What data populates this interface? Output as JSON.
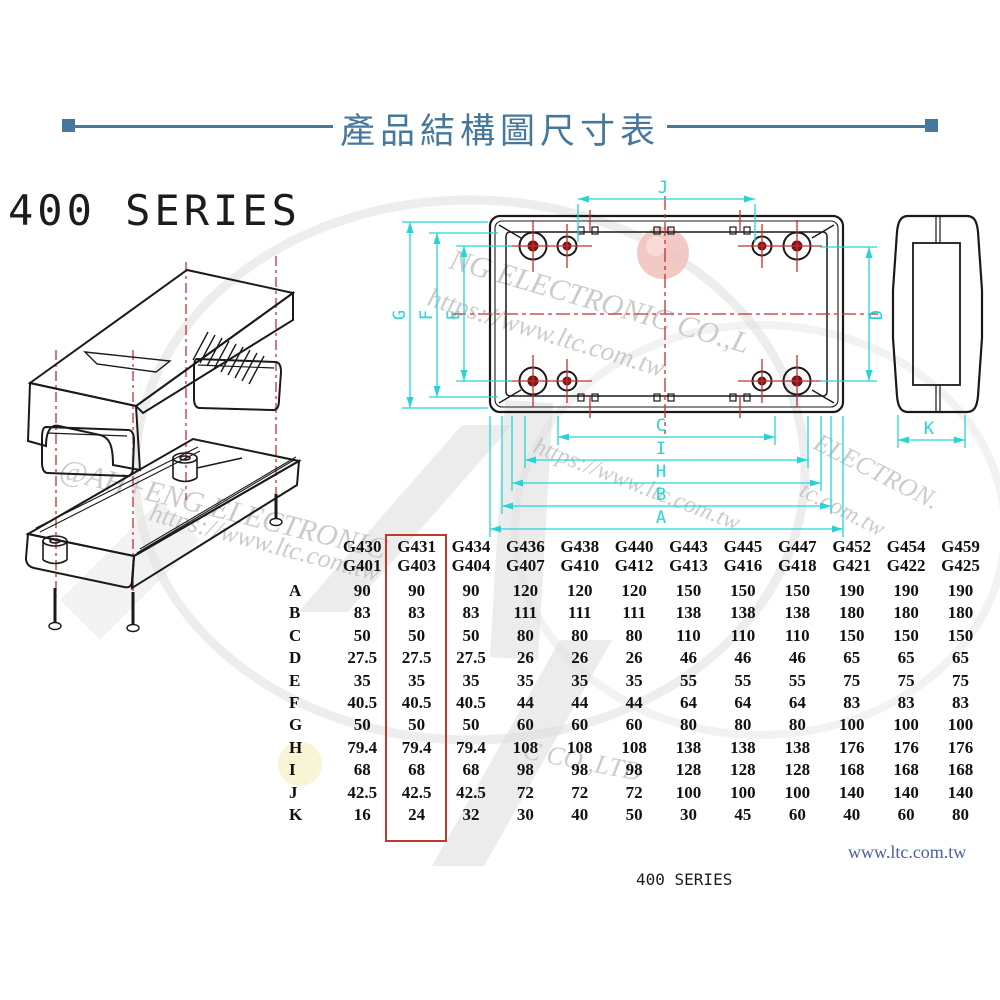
{
  "title": {
    "text": "產品結構圖尺寸表"
  },
  "series": {
    "top_label": "400 SERIES",
    "bottom_label": "400 SERIES"
  },
  "website": "www.ltc.com.tw",
  "colors": {
    "accent_teal": "#46789b",
    "dimension_cyan": "#25d5d5",
    "centerline_red": "#c23030",
    "highlight_red": "#c0392b",
    "link_blue": "#4a5fa8"
  },
  "diagram": {
    "labels": {
      "A": "A",
      "B": "B",
      "C": "C",
      "D": "D",
      "E": "E",
      "F": "F",
      "G": "G",
      "H": "H",
      "I": "I",
      "J": "J",
      "K": "K"
    }
  },
  "watermark": {
    "top_company": "NG ELECTRONIC CO.,L",
    "top_url": "https://www.ltc.com.tw",
    "mid_company": "@AH+ENG ELECTRONIC",
    "mid_url": "https://www.ltc.com.tw",
    "inner_url": "https://www.ltc.com.tw",
    "right_company": "ELECTRON.",
    "right_url": "tc.com.tw",
    "bottom_company": "C CO.,LTD"
  },
  "table": {
    "columns": [
      {
        "line1": "G430",
        "line2": "G401"
      },
      {
        "line1": "G431",
        "line2": "G403"
      },
      {
        "line1": "G434",
        "line2": "G404"
      },
      {
        "line1": "G436",
        "line2": "G407"
      },
      {
        "line1": "G438",
        "line2": "G410"
      },
      {
        "line1": "G440",
        "line2": "G412"
      },
      {
        "line1": "G443",
        "line2": "G413"
      },
      {
        "line1": "G445",
        "line2": "G416"
      },
      {
        "line1": "G447",
        "line2": "G418"
      },
      {
        "line1": "G452",
        "line2": "G421"
      },
      {
        "line1": "G454",
        "line2": "G422"
      },
      {
        "line1": "G459",
        "line2": "G425"
      }
    ],
    "highlight_column": "G431",
    "rows": [
      {
        "label": "A",
        "values": [
          "90",
          "90",
          "90",
          "120",
          "120",
          "120",
          "150",
          "150",
          "150",
          "190",
          "190",
          "190"
        ]
      },
      {
        "label": "B",
        "values": [
          "83",
          "83",
          "83",
          "111",
          "111",
          "111",
          "138",
          "138",
          "138",
          "180",
          "180",
          "180"
        ]
      },
      {
        "label": "C",
        "values": [
          "50",
          "50",
          "50",
          "80",
          "80",
          "80",
          "110",
          "110",
          "110",
          "150",
          "150",
          "150"
        ]
      },
      {
        "label": "D",
        "values": [
          "27.5",
          "27.5",
          "27.5",
          "26",
          "26",
          "26",
          "46",
          "46",
          "46",
          "65",
          "65",
          "65"
        ]
      },
      {
        "label": "E",
        "values": [
          "35",
          "35",
          "35",
          "35",
          "35",
          "35",
          "55",
          "55",
          "55",
          "75",
          "75",
          "75"
        ]
      },
      {
        "label": "F",
        "values": [
          "40.5",
          "40.5",
          "40.5",
          "44",
          "44",
          "44",
          "64",
          "64",
          "64",
          "83",
          "83",
          "83"
        ]
      },
      {
        "label": "G",
        "values": [
          "50",
          "50",
          "50",
          "60",
          "60",
          "60",
          "80",
          "80",
          "80",
          "100",
          "100",
          "100"
        ]
      },
      {
        "label": "H",
        "values": [
          "79.4",
          "79.4",
          "79.4",
          "108",
          "108",
          "108",
          "138",
          "138",
          "138",
          "176",
          "176",
          "176"
        ]
      },
      {
        "label": "I",
        "values": [
          "68",
          "68",
          "68",
          "98",
          "98",
          "98",
          "128",
          "128",
          "128",
          "168",
          "168",
          "168"
        ]
      },
      {
        "label": "J",
        "values": [
          "42.5",
          "42.5",
          "42.5",
          "72",
          "72",
          "72",
          "100",
          "100",
          "100",
          "140",
          "140",
          "140"
        ]
      },
      {
        "label": "K",
        "values": [
          "16",
          "24",
          "32",
          "30",
          "40",
          "50",
          "30",
          "45",
          "60",
          "40",
          "60",
          "80"
        ]
      }
    ]
  }
}
